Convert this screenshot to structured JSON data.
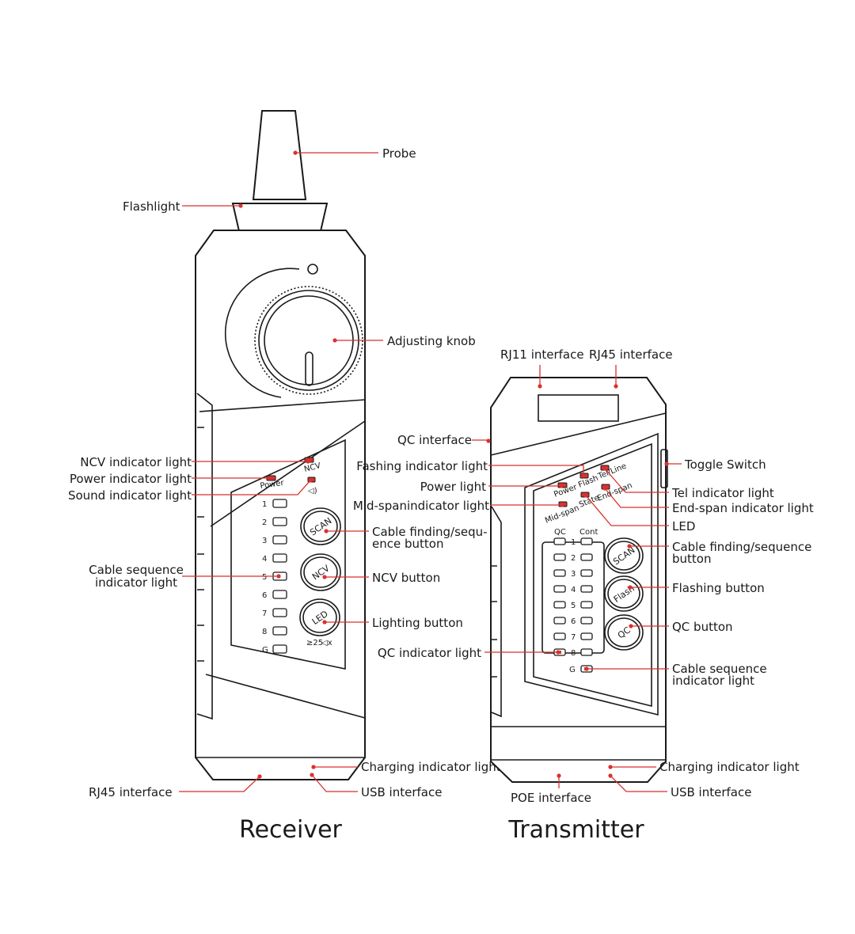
{
  "colors": {
    "leader": "#d8322f",
    "outline": "#1a1a1a",
    "background": "#ffffff"
  },
  "receiver": {
    "title": "Receiver",
    "labels": {
      "probe": "Probe",
      "flashlight": "Flashlight",
      "adjusting_knob": "Adjusting knob",
      "ncv_indicator": "NCV indicator light",
      "power_indicator": "Power indicator light",
      "sound_indicator": "Sound indicator light",
      "cable_sequence_line1": "Cable sequence",
      "cable_sequence_line2": "indicator light",
      "cable_finding_line1": "Cable finding/sequ-",
      "cable_finding_line2": "ence button",
      "ncv_button": "NCV button",
      "lighting_button": "Lighting button",
      "charging_indicator": "Charging indicator light",
      "rj45_interface": "RJ45 interface",
      "usb_interface": "USB interface"
    },
    "panel": {
      "ncv": "NCV",
      "power": "Power",
      "sound_icon": "speaker-icon",
      "leds": [
        "1",
        "2",
        "3",
        "4",
        "5",
        "6",
        "7",
        "8",
        "G"
      ],
      "buttons": [
        "SCAN",
        "NCV",
        "LED"
      ],
      "led_sub": "≥25"
    }
  },
  "transmitter": {
    "title": "Transmitter",
    "labels": {
      "rj11_interface": "RJ11 interface",
      "rj45_interface": "RJ45 interface",
      "qc_interface": "QC interface",
      "fashing_indicator": "Fashing indicator light",
      "power_light": "Power light",
      "midspan_indicator": "Mid-spanindicator light",
      "toggle_switch": "Toggle Switch",
      "tel_indicator": "Tel indicator light",
      "endspan_indicator": "End-span indicator light",
      "led": "LED",
      "cable_finding_line1": "Cable finding/sequence",
      "cable_finding_line2": "button",
      "flashing_button": "Flashing button",
      "qc_button": "QC button",
      "qc_indicator": "QC indicator light",
      "cable_sequence_line1": "Cable sequence",
      "cable_sequence_line2": "indicator light",
      "charging_indicator": "Charging indicator light",
      "poe_interface": "POE interface",
      "usb_interface": "USB interface"
    },
    "panel": {
      "power": "Power",
      "flash": "Flash",
      "tel_line": "Tel/Line",
      "mid_span": "Mid-span",
      "state": "State",
      "end_span": "End-span",
      "qc_header": "QC",
      "cont_header": "Cont",
      "rows": [
        "1",
        "2",
        "3",
        "4",
        "5",
        "6",
        "7",
        "8"
      ],
      "g": "G",
      "buttons": [
        "SCAN",
        "Flash",
        "QC"
      ]
    }
  }
}
